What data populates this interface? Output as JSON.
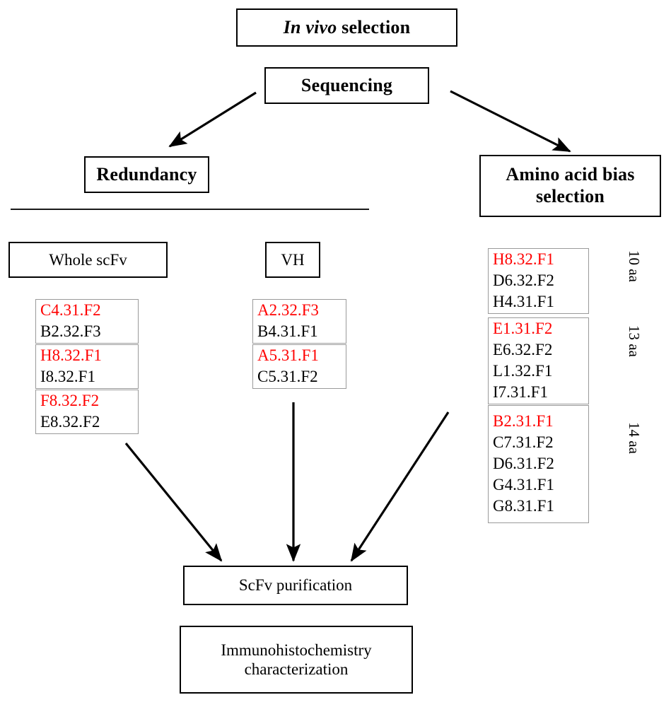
{
  "figure": {
    "nodes": {
      "in_vivo_selection": {
        "text_italic": "In vivo",
        "text_rest": " selection",
        "full": "In vivo selection"
      },
      "sequencing": "Sequencing",
      "redundancy": "Redundancy",
      "amino_acid_bias": "Amino acid bias selection",
      "amino_acid_bias_line1": "Amino acid bias",
      "amino_acid_bias_line2": "selection",
      "whole_scfv": "Whole scFv",
      "vh": "VH",
      "scfv_purification": "ScFv purification",
      "ihc_line1": "Immunohistochemistry",
      "ihc_line2": "characterization",
      "ihc": "Immunohistochemistry characterization"
    },
    "colors": {
      "highlight": "#ff0000",
      "text": "#000000",
      "box_border": "#000000",
      "clone_border": "#9a9a9a",
      "background": "#ffffff"
    },
    "columns": {
      "whole_scfv_groups": [
        {
          "clones": [
            {
              "label": "C4.31.F2",
              "highlight": true
            },
            {
              "label": "B2.32.F3",
              "highlight": false
            }
          ]
        },
        {
          "clones": [
            {
              "label": "H8.32.F1",
              "highlight": true
            },
            {
              "label": "I8.32.F1",
              "highlight": false
            }
          ]
        },
        {
          "clones": [
            {
              "label": "F8.32.F2",
              "highlight": true
            },
            {
              "label": "E8.32.F2",
              "highlight": false
            }
          ]
        }
      ],
      "vh_groups": [
        {
          "clones": [
            {
              "label": "A2.32.F3",
              "highlight": true
            },
            {
              "label": "B4.31.F1",
              "highlight": false
            }
          ]
        },
        {
          "clones": [
            {
              "label": "A5.31.F1",
              "highlight": true
            },
            {
              "label": "C5.31.F2",
              "highlight": false
            }
          ]
        }
      ],
      "amino_acid_groups": [
        {
          "length_label": "10 aa",
          "clones": [
            {
              "label": "H8.32.F1",
              "highlight": true
            },
            {
              "label": "D6.32.F2",
              "highlight": false
            },
            {
              "label": "H4.31.F1",
              "highlight": false
            }
          ]
        },
        {
          "length_label": "13 aa",
          "clones": [
            {
              "label": "E1.31.F2",
              "highlight": true
            },
            {
              "label": "E6.32.F2",
              "highlight": false
            },
            {
              "label": "L1.32.F1",
              "highlight": false
            },
            {
              "label": "I7.31.F1",
              "highlight": false
            }
          ]
        },
        {
          "length_label": "14 aa",
          "clones": [
            {
              "label": "B2.31.F1",
              "highlight": true
            },
            {
              "label": "C7.31.F2",
              "highlight": false
            },
            {
              "label": "D6.31.F2",
              "highlight": false
            },
            {
              "label": "G4.31.F1",
              "highlight": false
            },
            {
              "label": "G8.31.F1",
              "highlight": false
            }
          ]
        }
      ]
    }
  }
}
